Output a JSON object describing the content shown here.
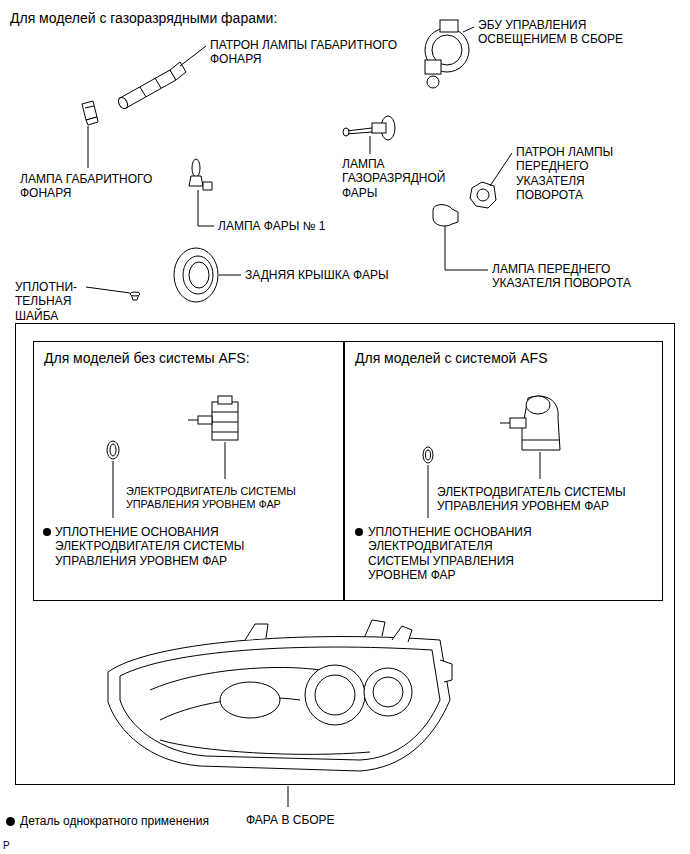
{
  "diagram": {
    "title": "Для моделей с газоразрядными фарами:",
    "nodes": [
      {
        "text": [
          "ФАРА В СБОРЕ"
        ]
      },
      {
        "text": [
          "Для моделей без системы AFS:",
          "ЭЛЕКТРОДВИГАТЕЛЬ СИСТЕМЫ УПРАВЛЕНИЯ УРОВНЕМ ФАР",
          "УПЛОТНЕНИЕ ОСНОВАНИЯ ЭЛЕКТРОДВИГАТЕЛЯ СИСТЕМЫ УПРАВЛЕНИЯ УРОВНЕМ ФАР"
        ],
        "in": 0
      },
      {
        "text": [
          "Для моделей с системой AFS",
          "ЭЛЕКТРОДВИГАТЕЛЬ СИСТЕМЫ УПРАВЛЕНИЯ УРОВНЕМ ФАР",
          "УПЛОТНЕНИЕ ОСНОВАНИЯ ЭЛЕКТРОДВИГАТЕЛЯ СИСТЕМЫ УПРАВЛЕНИЯ УРОВНЕМ ФАР"
        ],
        "in": 0
      }
    ],
    "labels": [
      "ПАТРОН ЛАМПЫ ГАБАРИТНОГО ФОНАРЯ",
      "ЭБУ УПРАВЛЕНИЯ ОСВЕЩЕНИЕМ В СБОРЕ",
      "ПАТРОН ЛАМПЫ ПЕРЕДНЕГО УКАЗАТЕЛЯ ПОВОРОТА",
      "ЛАМПА ГАЗОРАЗРЯДНОЙ ФАРЫ",
      "ЛАМПА ГАБАРИТНОГО ФОНАРЯ",
      "ЛАМПА ФАРЫ № 1",
      "ЛАМПА ПЕРЕДНЕГО УКАЗАТЕЛЯ ПОВОРОТА",
      "ЗАДНЯЯ КРЫШКА ФАРЫ",
      "УПЛОТНИ- ТЕЛЬНАЯ ШАЙБА",
      "P"
    ],
    "legend": [
      {
        "text": "Деталь однократного применения"
      }
    ]
  }
}
